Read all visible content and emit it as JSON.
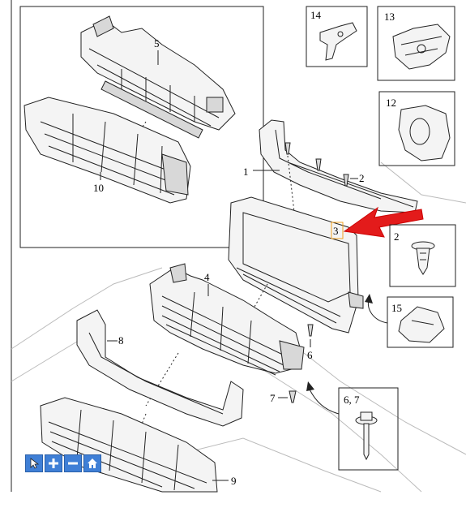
{
  "callouts": {
    "c1": "1",
    "c2a": "2",
    "c2b": "2",
    "c3": "3",
    "c4": "4",
    "c5": "5",
    "c6": "6",
    "c67": "6, 7",
    "c7": "7",
    "c8": "8",
    "c9": "9",
    "c10": "10",
    "c12": "12",
    "c13": "13",
    "c14": "14",
    "c15": "15"
  },
  "toolbar": {
    "buttons": [
      {
        "name": "select",
        "icon": "cursor-icon"
      },
      {
        "name": "zoom-in",
        "icon": "plus-icon"
      },
      {
        "name": "zoom-out",
        "icon": "minus-icon"
      },
      {
        "name": "home",
        "icon": "home-icon"
      }
    ]
  },
  "colors": {
    "arrow": "#e31b1b",
    "highlight": "#f0a020",
    "toolbar": "#3f7fd6"
  }
}
